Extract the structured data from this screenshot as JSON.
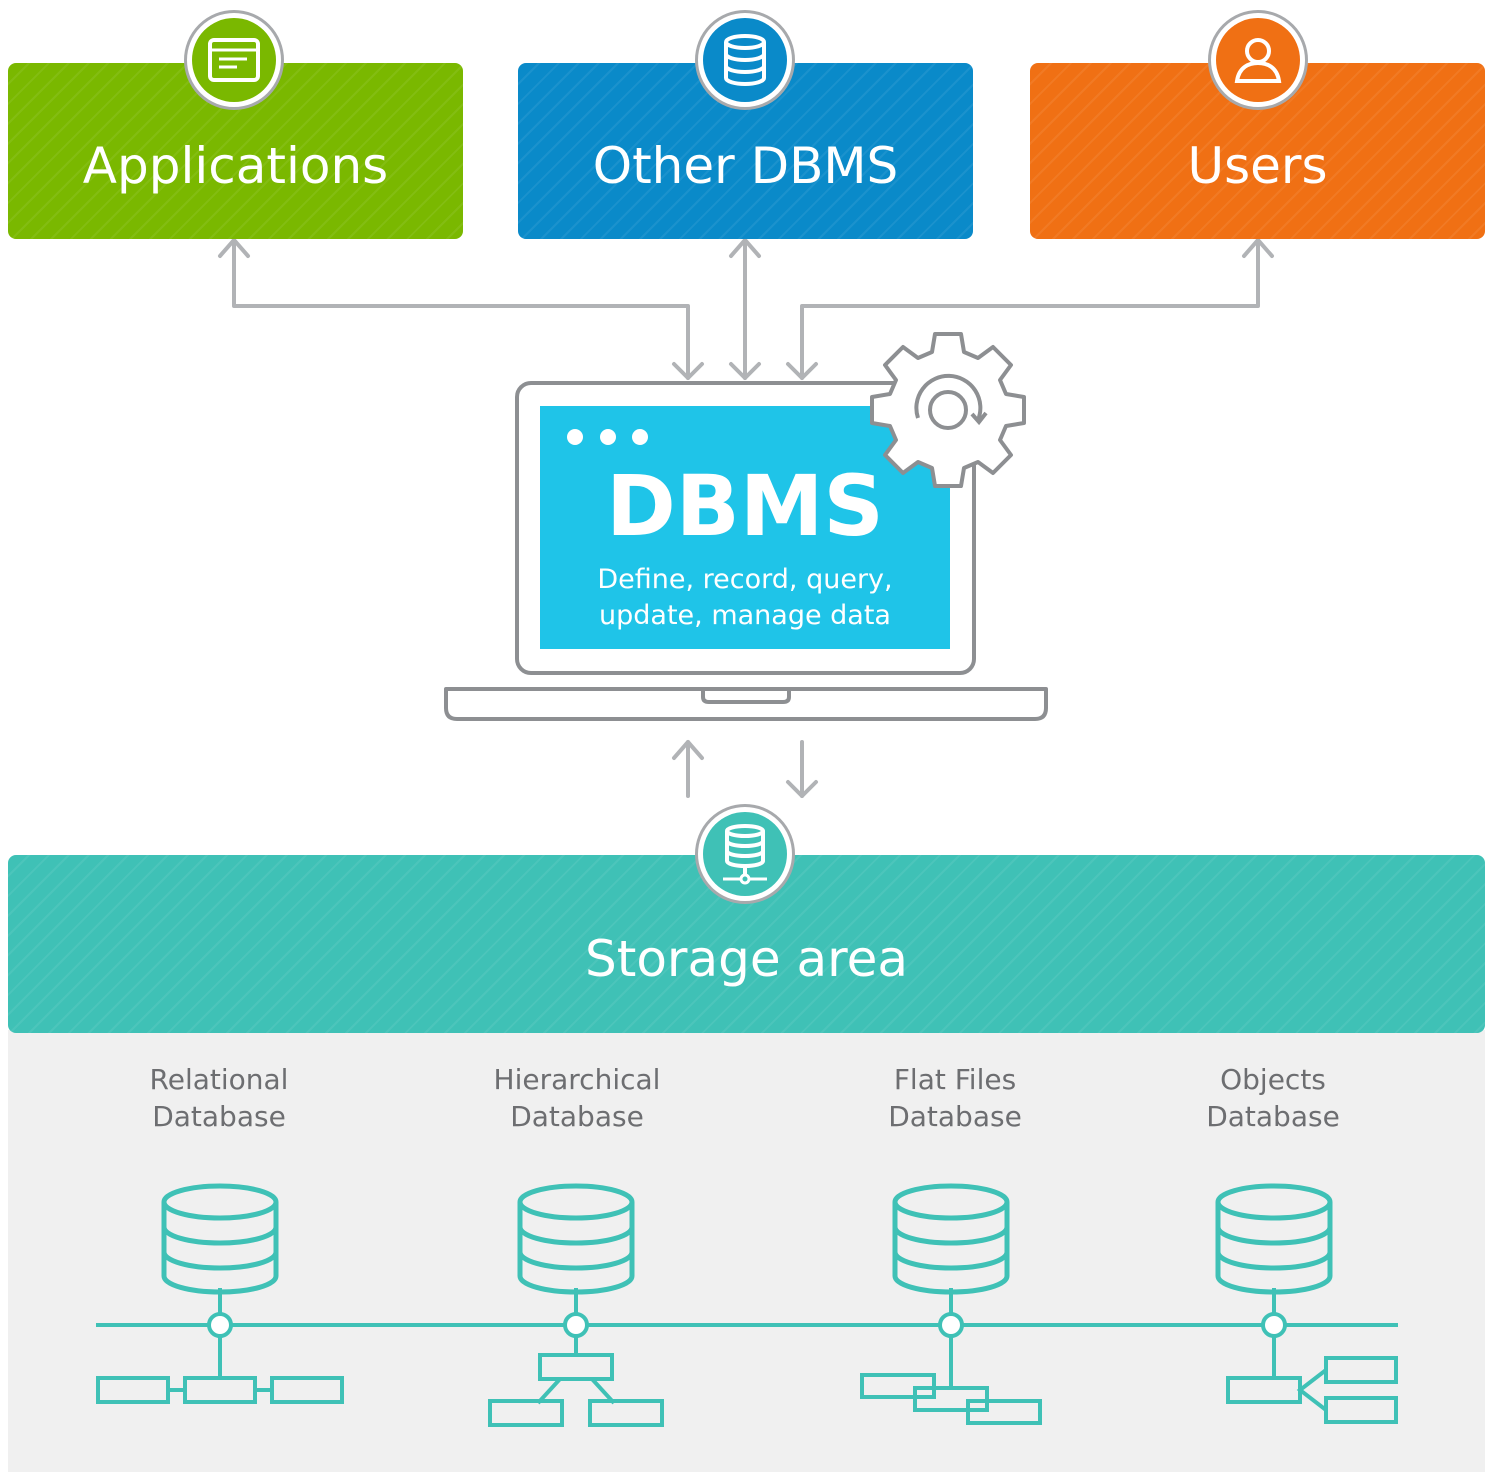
{
  "consumers": [
    {
      "label": "Applications",
      "color": "#7ab800",
      "icon": "application-window-icon"
    },
    {
      "label": "Other DBMS",
      "color": "#0a8ac9",
      "icon": "database-icon"
    },
    {
      "label": "Users",
      "color": "#f07014",
      "icon": "user-icon"
    }
  ],
  "dbms": {
    "title": "DBMS",
    "description_line1": "Define, record, query,",
    "description_line2": "update, manage data",
    "screen_color": "#1fc4e8",
    "icon": "gear-refresh-icon"
  },
  "storage": {
    "label": "Storage area",
    "color": "#3fc1b6",
    "icon": "network-database-icon",
    "databases": [
      {
        "line1": "Relational",
        "line2": "Database"
      },
      {
        "line1": "Hierarchical",
        "line2": "Database"
      },
      {
        "line1": "Flat Files",
        "line2": "Database"
      },
      {
        "line1": "Objects",
        "line2": "Database"
      }
    ]
  }
}
